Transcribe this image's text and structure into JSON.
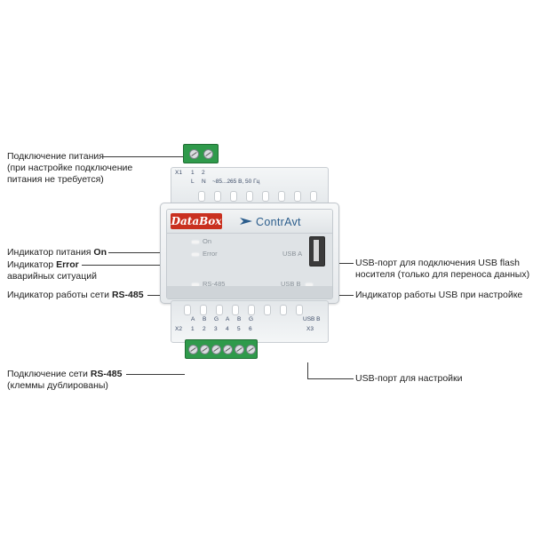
{
  "callouts": {
    "power": [
      "Подключение питания",
      "(при настройке подключение",
      "питания не требуется)"
    ],
    "on_prefix": "Индикатор питания ",
    "on_bold": "On",
    "error_prefix": "Индикатор ",
    "error_bold": "Error",
    "error_line2": "аварийных ситуаций",
    "rs485_prefix": "Индикатор работы сети ",
    "rs485_bold": "RS-485",
    "net_prefix": "Подключение сети ",
    "net_bold": "RS-485",
    "net_line2": "(клеммы дублированы)",
    "usb_a": [
      "USB-порт для подключения USB flash",
      "носителя (только для переноса данных)"
    ],
    "usb_b": "Индикатор работы USB при настройке",
    "usb_setup": "USB-порт для настройки"
  },
  "device": {
    "brand": "DataBox",
    "maker": "ContrAvt",
    "top_label_x1": "X1",
    "top_pins": [
      "1",
      "2"
    ],
    "top_pin_names": [
      "L",
      "N"
    ],
    "top_spec": "~85...265 В, 50 Гц",
    "indicators": [
      "On",
      "Error",
      "RS-485"
    ],
    "usb_a_label": "USB A",
    "usb_b_label": "USB B",
    "bottom_label_x2": "X2",
    "bottom_label_x3": "X3",
    "bottom_usb_b": "USB B",
    "bottom_pin_names": [
      "A",
      "B",
      "G",
      "A",
      "B",
      "G"
    ],
    "bottom_pins": [
      "1",
      "2",
      "3",
      "4",
      "5",
      "6"
    ]
  },
  "colors": {
    "brand_red": "#c9301f",
    "maker_blue": "#2b5d8c",
    "terminal_green": "#2f9a4b"
  }
}
